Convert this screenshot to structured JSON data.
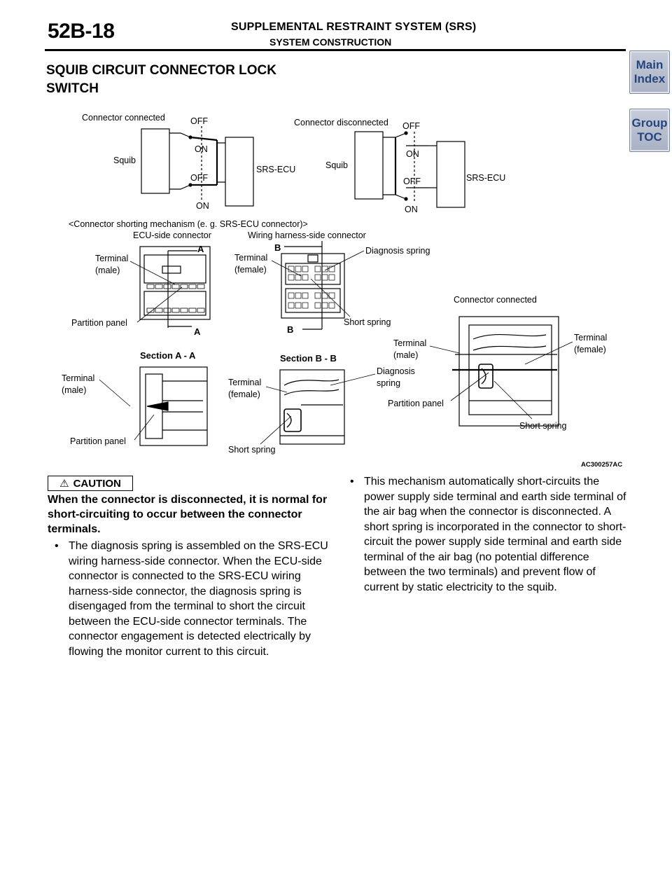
{
  "header": {
    "page_number": "52B-18",
    "title": "SUPPLEMENTAL RESTRAINT SYSTEM (SRS)",
    "subtitle": "SYSTEM CONSTRUCTION"
  },
  "nav": {
    "main_index": "Main\nIndex",
    "group_toc": "Group\nTOC"
  },
  "section": {
    "title": "SQUIB CIRCUIT CONNECTOR LOCK SWITCH"
  },
  "figure": {
    "connected_label": "Connector connected",
    "disconnected_label": "Connector disconnected",
    "off": "OFF",
    "on": "ON",
    "squib": "Squib",
    "srs_ecu": "SRS-ECU",
    "mechanism_caption": "<Connector shorting mechanism (e. g. SRS-ECU connector)>",
    "ecu_side_connector": "ECU-side connector",
    "wiring_harness_connector": "Wiring harness-side connector",
    "terminal": "Terminal",
    "male": "(male)",
    "female": "(female)",
    "partition_panel": "Partition panel",
    "diagnosis_spring": "Diagnosis spring",
    "diagnosis": "Diagnosis",
    "spring": "spring",
    "short_spring": "Short spring",
    "section_aa": "Section A - A",
    "section_bb": "Section B - B",
    "connector_connected_2": "Connector connected",
    "mark_a": "A",
    "mark_b": "B",
    "figure_id": "AC300257AC"
  },
  "caution": {
    "label": "CAUTION",
    "text": "When the connector is disconnected, it is normal for short-circuiting to occur between the connector terminals."
  },
  "bullets": [
    "The diagnosis spring is assembled on the SRS-ECU wiring harness-side connector. When the ECU-side connector is connected to the SRS-ECU wiring harness-side connector, the diagnosis spring is disengaged from the terminal to short the circuit between the ECU-side connector terminals. The connector engagement is detected electrically by flowing the monitor current to this circuit.",
    "This mechanism automatically short-circuits the power supply side terminal and earth side terminal of the air bag when the connector is disconnected. A short spring is incorporated in the connector to short-circuit the power supply side terminal and earth side terminal of the air bag (no potential difference between the two terminals) and prevent flow of current by static electricity to the squib."
  ],
  "bullet_symbol": "•"
}
